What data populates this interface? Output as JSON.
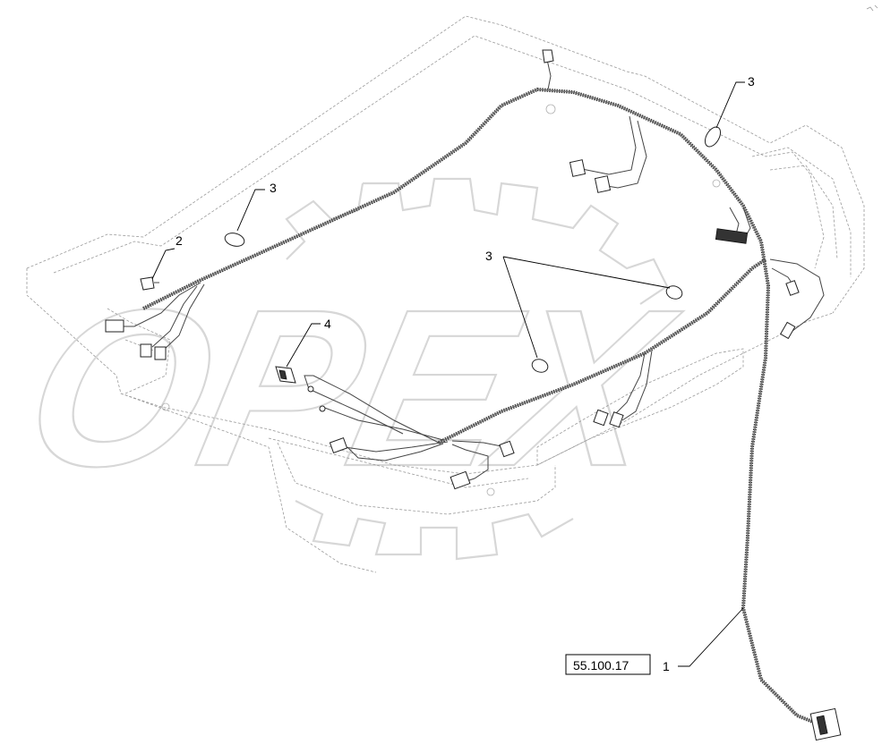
{
  "callouts": {
    "c1": "1",
    "c2": "2",
    "c3a": "3",
    "c3b": "3",
    "c3c": "3",
    "c4": "4"
  },
  "reference": {
    "code": "55.100.17"
  },
  "watermark": {
    "text": "OPEX",
    "color": "#d7d7d7"
  },
  "colors": {
    "line": "#333333",
    "outline": "#9a9a9a"
  }
}
